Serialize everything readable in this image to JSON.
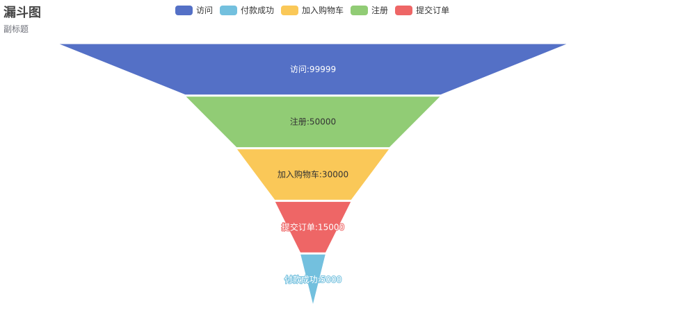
{
  "chart_data": {
    "type": "funnel",
    "title": "漏斗图",
    "subtitle": "副标题",
    "legend": [
      "访问",
      "付款成功",
      "加入购物车",
      "注册",
      "提交订单"
    ],
    "colors": {
      "访问": "#5470c6",
      "付款成功": "#73c0de",
      "加入购物车": "#fac858",
      "注册": "#91cc75",
      "提交订单": "#ee6666"
    },
    "data": [
      {
        "name": "访问",
        "value": 99999
      },
      {
        "name": "注册",
        "value": 50000
      },
      {
        "name": "加入购物车",
        "value": 30000
      },
      {
        "name": "提交订单",
        "value": 15000
      },
      {
        "name": "付款成功",
        "value": 5000
      }
    ],
    "sort": "descending",
    "label_position": "inside",
    "legend_placement": "top"
  }
}
